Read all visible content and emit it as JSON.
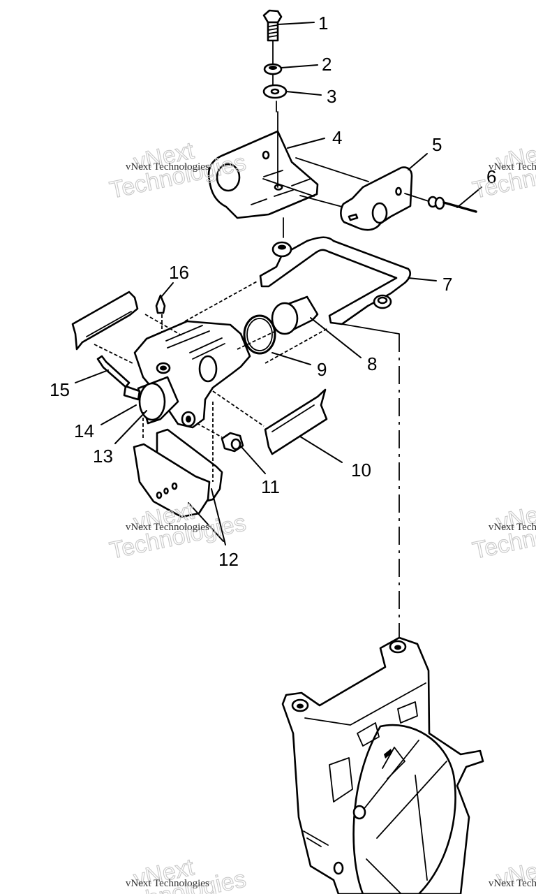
{
  "diagram": {
    "title": "Brake caliper assembly - exploded parts view",
    "callouts": [
      {
        "id": 1,
        "label": "1",
        "part": "bolt"
      },
      {
        "id": 2,
        "label": "2",
        "part": "lock-washer"
      },
      {
        "id": 3,
        "label": "3",
        "part": "flat-washer"
      },
      {
        "id": 4,
        "label": "4",
        "part": "mounting-bracket"
      },
      {
        "id": 5,
        "label": "5",
        "part": "pivot-bracket"
      },
      {
        "id": 6,
        "label": "6",
        "part": "rivet-pin"
      },
      {
        "id": 7,
        "label": "7",
        "part": "caliper-yoke"
      },
      {
        "id": 8,
        "label": "8",
        "part": "piston"
      },
      {
        "id": 9,
        "label": "9",
        "part": "piston-seal"
      },
      {
        "id": 10,
        "label": "10",
        "part": "pad-shim"
      },
      {
        "id": 11,
        "label": "11",
        "part": "nut"
      },
      {
        "id": 12,
        "label": "12",
        "part": "brake-pads"
      },
      {
        "id": 13,
        "label": "13",
        "part": "adjuster-knob"
      },
      {
        "id": 14,
        "label": "14",
        "part": "adjuster-screw"
      },
      {
        "id": 15,
        "label": "15",
        "part": "spring-clip"
      },
      {
        "id": 16,
        "label": "16",
        "part": "bleeder-valve"
      }
    ]
  },
  "watermark": {
    "small": "vNext Technologies",
    "big_line1": "vNext",
    "big_line2": "Technologies"
  }
}
